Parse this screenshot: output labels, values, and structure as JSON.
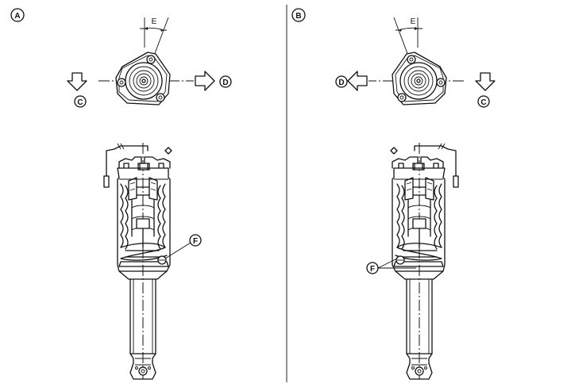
{
  "labels": {
    "view_a": "A",
    "view_b": "B",
    "angle_e": "E",
    "arrow_c": "C",
    "arrow_d": "D",
    "callout_f": "F"
  }
}
